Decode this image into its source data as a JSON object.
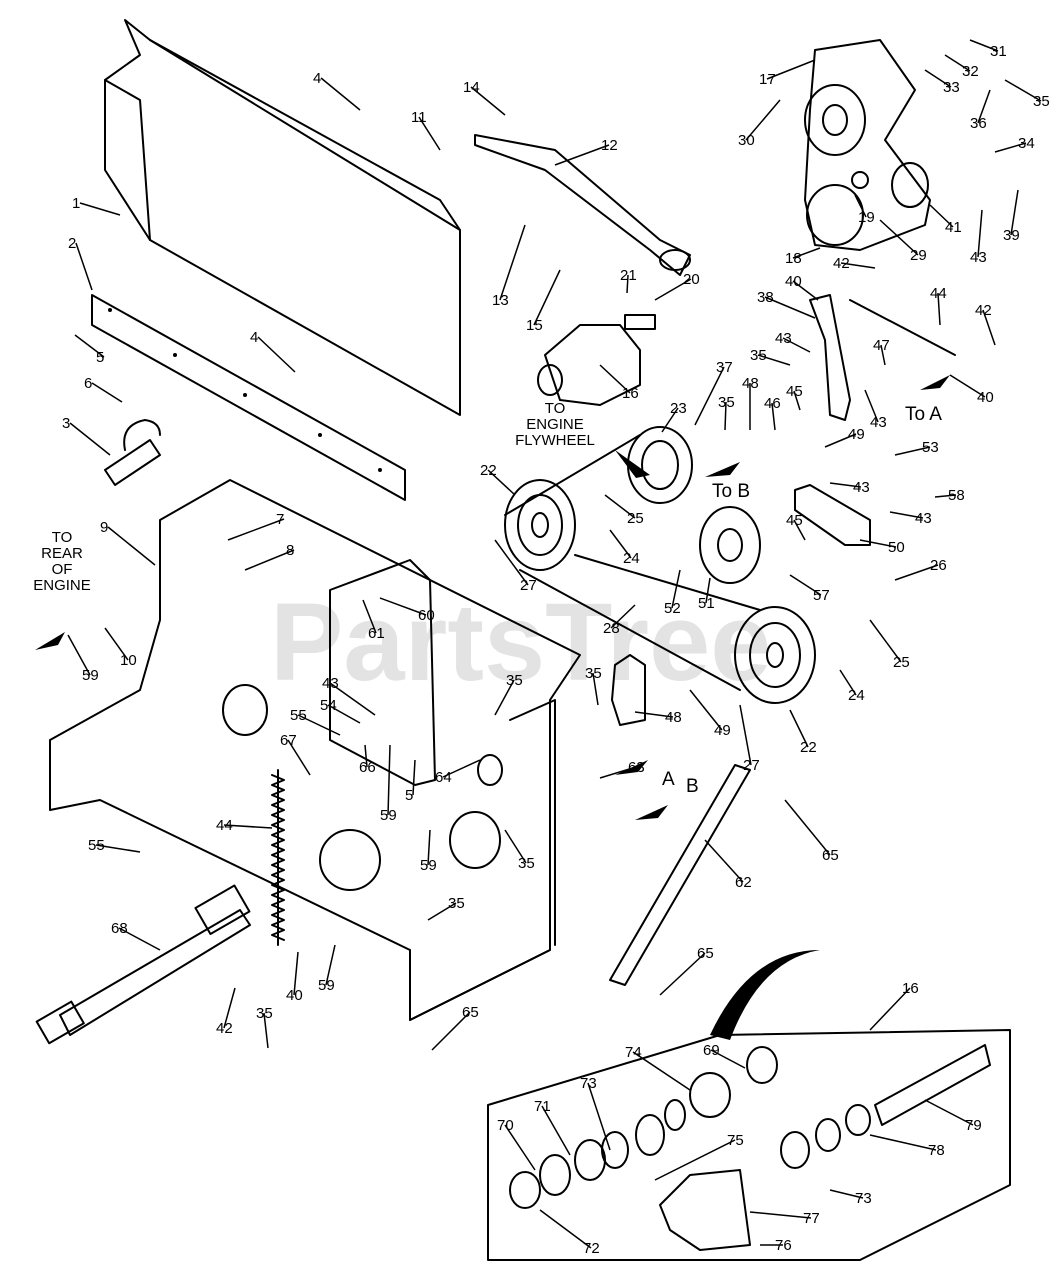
{
  "watermark": "PartsTree",
  "callouts": {
    "to_rear_of_engine": [
      "TO",
      "REAR",
      "OF",
      "ENGINE"
    ],
    "to_engine_flywheel": [
      "TO",
      "ENGINE",
      "FLYWHEEL"
    ],
    "to_a": "To A",
    "to_b": "To B",
    "arrow_a": "A",
    "arrow_b": "B"
  },
  "part_numbers": [
    {
      "id": "p1",
      "text": "1"
    },
    {
      "id": "p2",
      "text": "2"
    },
    {
      "id": "p3",
      "text": "3"
    },
    {
      "id": "p4a",
      "text": "4"
    },
    {
      "id": "p4b",
      "text": "4"
    },
    {
      "id": "p5a",
      "text": "5"
    },
    {
      "id": "p5b",
      "text": "5"
    },
    {
      "id": "p6",
      "text": "6"
    },
    {
      "id": "p7",
      "text": "7"
    },
    {
      "id": "p8",
      "text": "8"
    },
    {
      "id": "p9",
      "text": "9"
    },
    {
      "id": "p10",
      "text": "10"
    },
    {
      "id": "p11",
      "text": "11"
    },
    {
      "id": "p12",
      "text": "12"
    },
    {
      "id": "p13",
      "text": "13"
    },
    {
      "id": "p14",
      "text": "14"
    },
    {
      "id": "p15",
      "text": "15"
    },
    {
      "id": "p16a",
      "text": "16"
    },
    {
      "id": "p16b",
      "text": "16"
    },
    {
      "id": "p17",
      "text": "17"
    },
    {
      "id": "p18",
      "text": "18"
    },
    {
      "id": "p19",
      "text": "19"
    },
    {
      "id": "p20",
      "text": "20"
    },
    {
      "id": "p21",
      "text": "21"
    },
    {
      "id": "p22a",
      "text": "22"
    },
    {
      "id": "p22b",
      "text": "22"
    },
    {
      "id": "p23",
      "text": "23"
    },
    {
      "id": "p24a",
      "text": "24"
    },
    {
      "id": "p24b",
      "text": "24"
    },
    {
      "id": "p25a",
      "text": "25"
    },
    {
      "id": "p25b",
      "text": "25"
    },
    {
      "id": "p26",
      "text": "26"
    },
    {
      "id": "p27a",
      "text": "27"
    },
    {
      "id": "p27b",
      "text": "27"
    },
    {
      "id": "p28",
      "text": "28"
    },
    {
      "id": "p29",
      "text": "29"
    },
    {
      "id": "p30",
      "text": "30"
    },
    {
      "id": "p31",
      "text": "31"
    },
    {
      "id": "p32",
      "text": "32"
    },
    {
      "id": "p33",
      "text": "33"
    },
    {
      "id": "p34",
      "text": "34"
    },
    {
      "id": "p35a",
      "text": "35"
    },
    {
      "id": "p35b",
      "text": "35"
    },
    {
      "id": "p35c",
      "text": "35"
    },
    {
      "id": "p35d",
      "text": "35"
    },
    {
      "id": "p35e",
      "text": "35"
    },
    {
      "id": "p35f",
      "text": "35"
    },
    {
      "id": "p35g",
      "text": "35"
    },
    {
      "id": "p35h",
      "text": "35"
    },
    {
      "id": "p36",
      "text": "36"
    },
    {
      "id": "p37",
      "text": "37"
    },
    {
      "id": "p38",
      "text": "38"
    },
    {
      "id": "p39",
      "text": "39"
    },
    {
      "id": "p40a",
      "text": "40"
    },
    {
      "id": "p40b",
      "text": "40"
    },
    {
      "id": "p40c",
      "text": "40"
    },
    {
      "id": "p41",
      "text": "41"
    },
    {
      "id": "p42a",
      "text": "42"
    },
    {
      "id": "p42b",
      "text": "42"
    },
    {
      "id": "p42c",
      "text": "42"
    },
    {
      "id": "p43a",
      "text": "43"
    },
    {
      "id": "p43b",
      "text": "43"
    },
    {
      "id": "p43c",
      "text": "43"
    },
    {
      "id": "p43d",
      "text": "43"
    },
    {
      "id": "p43e",
      "text": "43"
    },
    {
      "id": "p43f",
      "text": "43"
    },
    {
      "id": "p44a",
      "text": "44"
    },
    {
      "id": "p44b",
      "text": "44"
    },
    {
      "id": "p45a",
      "text": "45"
    },
    {
      "id": "p45b",
      "text": "45"
    },
    {
      "id": "p46",
      "text": "46"
    },
    {
      "id": "p47",
      "text": "47"
    },
    {
      "id": "p48a",
      "text": "48"
    },
    {
      "id": "p48b",
      "text": "48"
    },
    {
      "id": "p49a",
      "text": "49"
    },
    {
      "id": "p49b",
      "text": "49"
    },
    {
      "id": "p50",
      "text": "50"
    },
    {
      "id": "p51",
      "text": "51"
    },
    {
      "id": "p52",
      "text": "52"
    },
    {
      "id": "p53",
      "text": "53"
    },
    {
      "id": "p54",
      "text": "54"
    },
    {
      "id": "p55a",
      "text": "55"
    },
    {
      "id": "p55b",
      "text": "55"
    },
    {
      "id": "p57",
      "text": "57"
    },
    {
      "id": "p58",
      "text": "58"
    },
    {
      "id": "p59a",
      "text": "59"
    },
    {
      "id": "p59b",
      "text": "59"
    },
    {
      "id": "p59c",
      "text": "59"
    },
    {
      "id": "p59d",
      "text": "59"
    },
    {
      "id": "p60",
      "text": "60"
    },
    {
      "id": "p61",
      "text": "61"
    },
    {
      "id": "p62",
      "text": "62"
    },
    {
      "id": "p63",
      "text": "63"
    },
    {
      "id": "p64",
      "text": "64"
    },
    {
      "id": "p65a",
      "text": "65"
    },
    {
      "id": "p65b",
      "text": "65"
    },
    {
      "id": "p65c",
      "text": "65"
    },
    {
      "id": "p66",
      "text": "66"
    },
    {
      "id": "p67",
      "text": "67"
    },
    {
      "id": "p68",
      "text": "68"
    },
    {
      "id": "p69",
      "text": "69"
    },
    {
      "id": "p70",
      "text": "70"
    },
    {
      "id": "p71",
      "text": "71"
    },
    {
      "id": "p72",
      "text": "72"
    },
    {
      "id": "p73a",
      "text": "73"
    },
    {
      "id": "p73b",
      "text": "73"
    },
    {
      "id": "p74",
      "text": "74"
    },
    {
      "id": "p75",
      "text": "75"
    },
    {
      "id": "p76",
      "text": "76"
    },
    {
      "id": "p77",
      "text": "77"
    },
    {
      "id": "p78",
      "text": "78"
    },
    {
      "id": "p79",
      "text": "79"
    }
  ]
}
